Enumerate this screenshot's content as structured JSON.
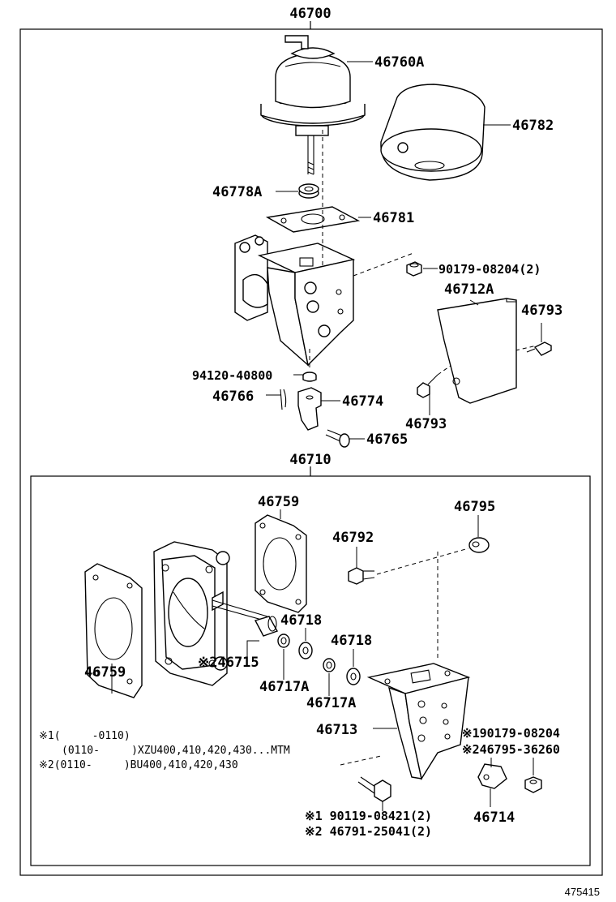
{
  "labels": {
    "assy": "46700",
    "actuator": "46760A",
    "cover": "46782",
    "nut": "46778A",
    "gasket_plate": "46781",
    "nut_upper": "90179-08204(2)",
    "bracket_cover": "46712A",
    "bolt_a": "46793",
    "bolt_b": "46793",
    "nut_lower": "94120-40800",
    "clip": "46766",
    "link": "46774",
    "pin": "46765",
    "subassy": "46710",
    "gasket_top": "46759",
    "collar": "46795",
    "bolt_mid": "46792",
    "gasket_left": "46759",
    "shaft": "※246715",
    "washer_a": "46718",
    "washer_a2": "46717A",
    "washer_b": "46718",
    "washer_b2": "46717A",
    "bracket": "46713",
    "alt_nut": "※190179-08204",
    "alt_collar": "※246795-36260",
    "lever": "46714",
    "bolt1": "※1 90119-08421(2)",
    "bolt2": "※2 46791-25041(2)"
  },
  "notes": {
    "line1": "※1(     -0110)",
    "line2": "(0110-     )XZU400,410,420,430...MTM",
    "line3": "※2(0110-     )BU400,410,420,430"
  },
  "ref_number": "475415"
}
